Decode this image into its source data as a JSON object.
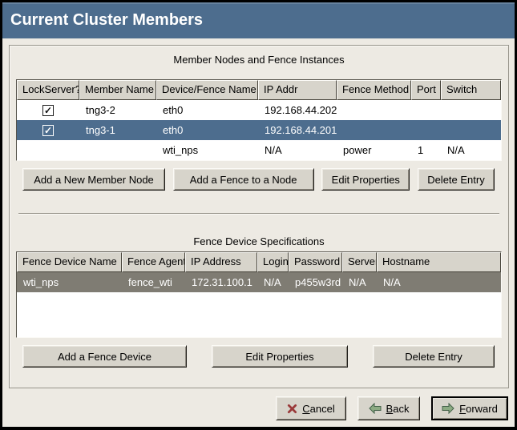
{
  "window": {
    "title": "Current Cluster Members"
  },
  "colors": {
    "titlebar_bg": "#4d6d8e",
    "selection_focused": "#4d6d8e",
    "selection_unfocused": "#7f7c73",
    "window_bg": "#edeae3",
    "control_bg": "#d7d4cb",
    "cancel_icon": "#9a3a3a",
    "arrow_icon": "#8cab83"
  },
  "member_section": {
    "caption": "Member Nodes and Fence Instances",
    "columns": [
      "LockServer?",
      "Member Name",
      "Device/Fence Name",
      "IP Addr",
      "Fence Method",
      "Port",
      "Switch"
    ],
    "rows": [
      {
        "lockserver": "checked",
        "cells": [
          "tng3-2",
          "eth0",
          "192.168.44.202",
          "",
          "",
          ""
        ],
        "selected": false
      },
      {
        "lockserver": "checked",
        "cells": [
          "tng3-1",
          "eth0",
          "192.168.44.201",
          "",
          "",
          ""
        ],
        "selected": true
      },
      {
        "lockserver": "none",
        "cells": [
          "",
          "wti_nps",
          "N/A",
          "power",
          "1",
          "N/A"
        ],
        "selected": false
      }
    ],
    "buttons": [
      "Add a New Member Node",
      "Add a Fence to a Node",
      "Edit Properties",
      "Delete Entry"
    ]
  },
  "fence_section": {
    "caption": "Fence Device Specifications",
    "columns": [
      "Fence Device Name",
      "Fence Agent",
      "IP Address",
      "Login",
      "Password",
      "Server",
      "Hostname"
    ],
    "rows": [
      {
        "cells": [
          "wti_nps",
          "fence_wti",
          "172.31.100.1",
          "N/A",
          "p455w3rd",
          "N/A",
          "N/A"
        ],
        "selected": true
      }
    ],
    "buttons": [
      "Add a Fence Device",
      "Edit Properties",
      "Delete Entry"
    ]
  },
  "footer": {
    "buttons": [
      {
        "label": "Cancel",
        "icon": "cancel-x-icon"
      },
      {
        "label": "Back",
        "icon": "arrow-left-icon"
      },
      {
        "label": "Forward",
        "icon": "arrow-right-icon",
        "default": true
      }
    ]
  }
}
